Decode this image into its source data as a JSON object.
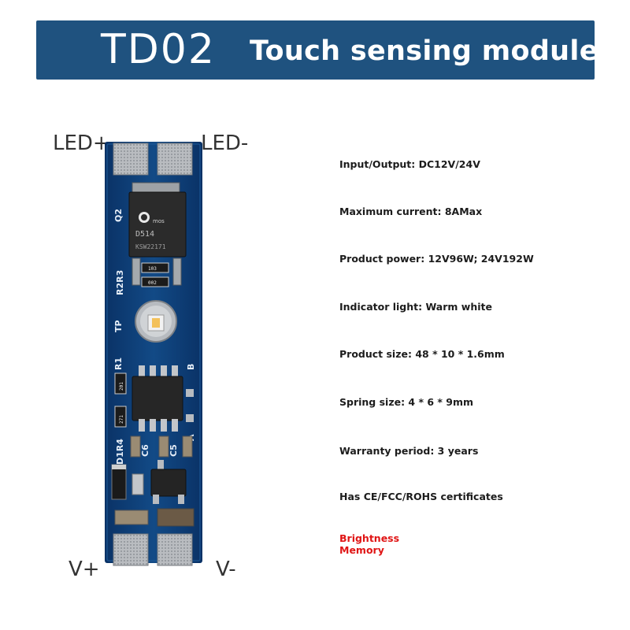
{
  "banner": {
    "model": "TD02",
    "title": "Touch sensing module",
    "color": "#1f527f"
  },
  "pins": {
    "led_plus": "LED+",
    "led_minus": "LED-",
    "v_plus": "V+",
    "v_minus": "V-"
  },
  "board": {
    "pcb_color": "#0f3f78",
    "labels": {
      "q2": "Q2",
      "r2r3": "R2R3",
      "tp": "TP",
      "r1": "R1",
      "b": "B",
      "d1r4": "D1R4",
      "c6": "C6",
      "c5": "C5",
      "a": "A",
      "chip_brand": "mos",
      "chip_code": "D514",
      "chip_lot": "KSW22171",
      "res_103": "103",
      "res_002": "002",
      "res_201": "201",
      "res_271": "271"
    }
  },
  "specs": [
    {
      "text": "Input/Output: DC12V/24V"
    },
    {
      "text": "Maximum current: 8AMax"
    },
    {
      "text": "Product power: 12V96W; 24V192W"
    },
    {
      "text": "Indicator light: Warm white"
    },
    {
      "text": "Product size: 48 * 10 * 1.6mm"
    },
    {
      "text": "Spring size: 4 * 6 * 9mm"
    },
    {
      "text": "Warranty period: 3 years"
    },
    {
      "text": "Has CE/FCC/ROHS certificates"
    }
  ],
  "highlight": {
    "text": "Brightness Memory",
    "color": "#e01515"
  }
}
